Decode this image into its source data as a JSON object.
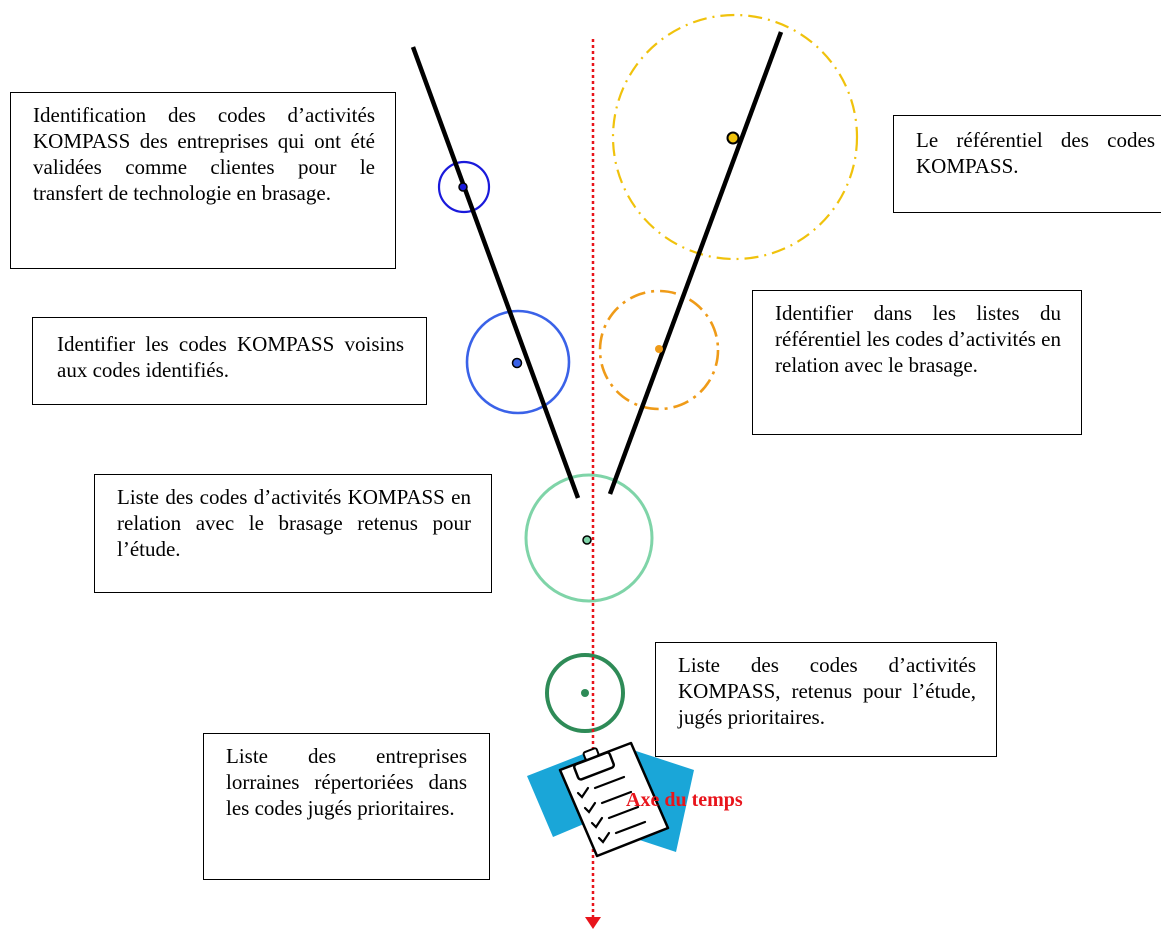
{
  "steps": {
    "identification": "Identification des codes d’activités KOMPASS des entreprises qui ont été validées comme clientes pour le transfert de technologie en brasage.",
    "referential": "Le référentiel des codes KOMPASS.",
    "neighbors": "Identifier les codes KOMPASS voisins aux codes identifiés.",
    "referential_lists": "Identifier dans les listes du référentiel les codes d’activités en relation avec le brasage.",
    "retained_codes": "Liste des codes d’activités KOMPASS en relation avec le brasage retenus pour l’étude.",
    "priority_codes": "Liste des codes d’activités KOMPASS, retenus pour l’étude, jugés prioritaires.",
    "companies": "Liste des entreprises lorraines répertoriées dans les codes jugés prioritaires."
  },
  "axis": {
    "label": "Axe du temps"
  },
  "colors": {
    "axis": "#e8141b",
    "step1_circle": "#1a1adb",
    "step2_circle": "#3a62e8",
    "referential_circle": "#f0c20c",
    "referential_lists_circle": "#ef9b18",
    "retained_circle": "#7fd4a8",
    "priority_circle": "#2e8b57",
    "clipboard_accent": "#1aa6d8"
  }
}
